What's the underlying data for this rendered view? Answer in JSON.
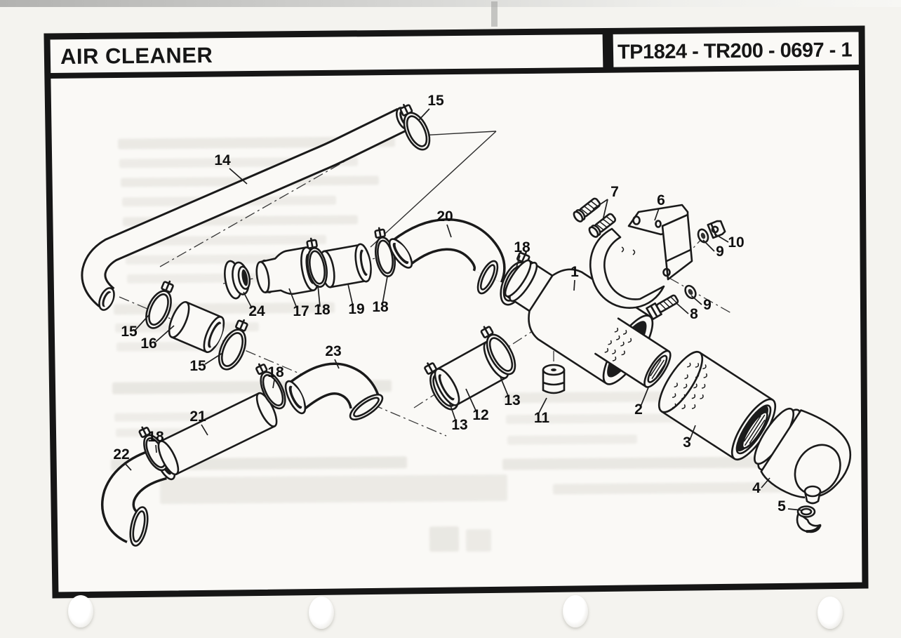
{
  "page": {
    "title": "AIR CLEANER",
    "doc_code": "TP1824 - TR200 - 0697 - 1"
  },
  "diagram": {
    "callouts": [
      {
        "label": "15"
      },
      {
        "label": "14"
      },
      {
        "label": "20"
      },
      {
        "label": "7"
      },
      {
        "label": "6"
      },
      {
        "label": "10"
      },
      {
        "label": "9"
      },
      {
        "label": "8"
      },
      {
        "label": "9"
      },
      {
        "label": "1"
      },
      {
        "label": "18"
      },
      {
        "label": "24"
      },
      {
        "label": "17"
      },
      {
        "label": "18"
      },
      {
        "label": "19"
      },
      {
        "label": "18"
      },
      {
        "label": "15"
      },
      {
        "label": "16"
      },
      {
        "label": "15"
      },
      {
        "label": "23"
      },
      {
        "label": "18"
      },
      {
        "label": "21"
      },
      {
        "label": "18"
      },
      {
        "label": "22"
      },
      {
        "label": "13"
      },
      {
        "label": "12"
      },
      {
        "label": "13"
      },
      {
        "label": "11"
      },
      {
        "label": "2"
      },
      {
        "label": "3"
      },
      {
        "label": "4"
      },
      {
        "label": "5"
      }
    ]
  }
}
